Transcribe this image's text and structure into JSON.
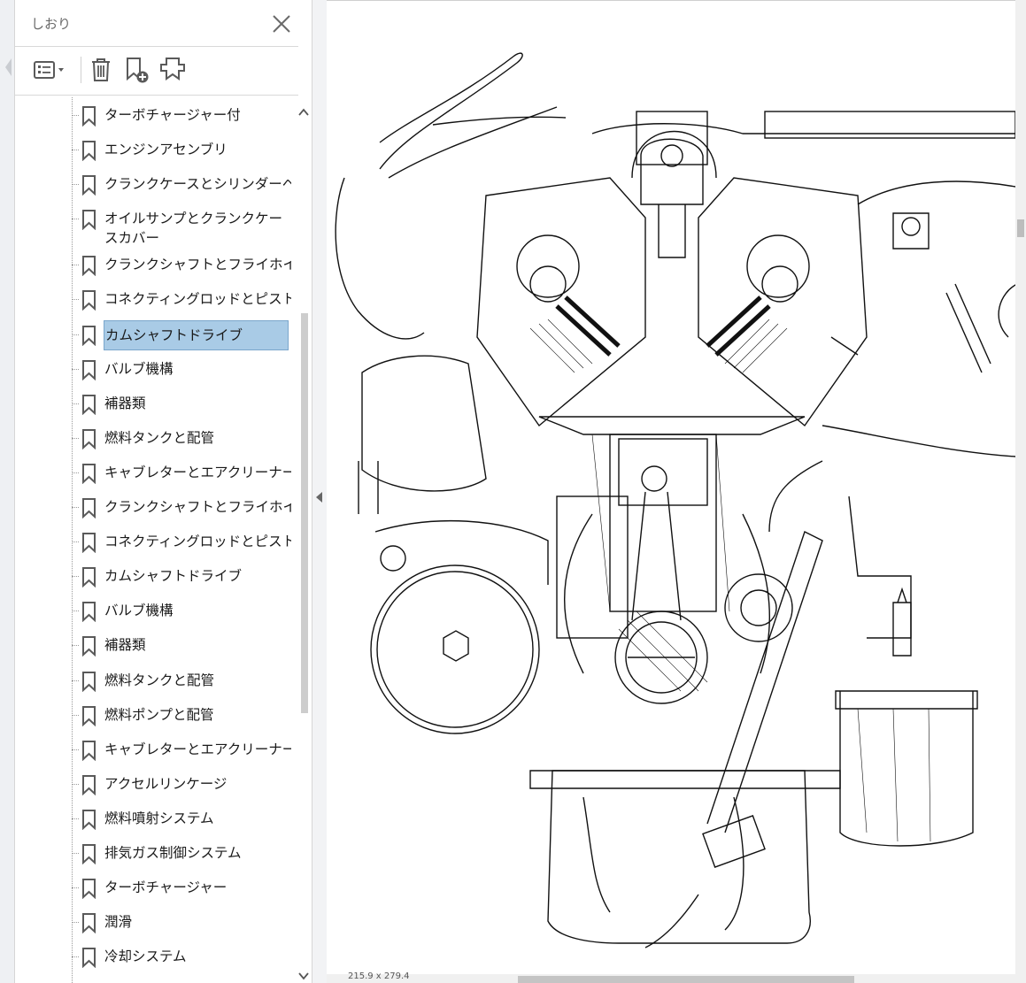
{
  "panel": {
    "title": "しおり",
    "bookmarks": [
      {
        "label": "ターボチャージャー付"
      },
      {
        "label": "エンジンアセンブリ"
      },
      {
        "label": "クランクケースとシリンダーヘッド"
      },
      {
        "label": "オイルサンプとクランクケースカバー"
      },
      {
        "label": "クランクシャフトとフライホイール"
      },
      {
        "label": "コネクティングロッドとピストン"
      },
      {
        "label": "カムシャフトドライブ"
      },
      {
        "label": "バルブ機構"
      },
      {
        "label": "補器類"
      },
      {
        "label": "燃料タンクと配管"
      },
      {
        "label": "キャブレターとエアクリーナー"
      },
      {
        "label": "クランクシャフトとフライホイール"
      },
      {
        "label": "コネクティングロッドとピストン"
      },
      {
        "label": "カムシャフトドライブ"
      },
      {
        "label": "バルブ機構"
      },
      {
        "label": "補器類"
      },
      {
        "label": "燃料タンクと配管"
      },
      {
        "label": "燃料ポンプと配管"
      },
      {
        "label": "キャブレターとエアクリーナー"
      },
      {
        "label": "アクセルリンケージ"
      },
      {
        "label": "燃料噴射システム"
      },
      {
        "label": "排気ガス制御システム"
      },
      {
        "label": "ターボチャージャー"
      },
      {
        "label": "潤滑"
      },
      {
        "label": "冷却システム"
      }
    ],
    "selected_index": 6
  },
  "document": {
    "page_size": "215.9 x 279.4",
    "content": "engine-cross-section-drawing"
  },
  "colors": {
    "selection": "#a9cbe6",
    "selection_border": "#7aa6cc",
    "icon": "#5a5a5a"
  },
  "icons": {
    "close": "close-icon",
    "options": "options-menu-icon",
    "delete": "trash-icon",
    "new_bookmark": "bookmark-add-icon",
    "bookmark_item": "bookmark-icon"
  }
}
